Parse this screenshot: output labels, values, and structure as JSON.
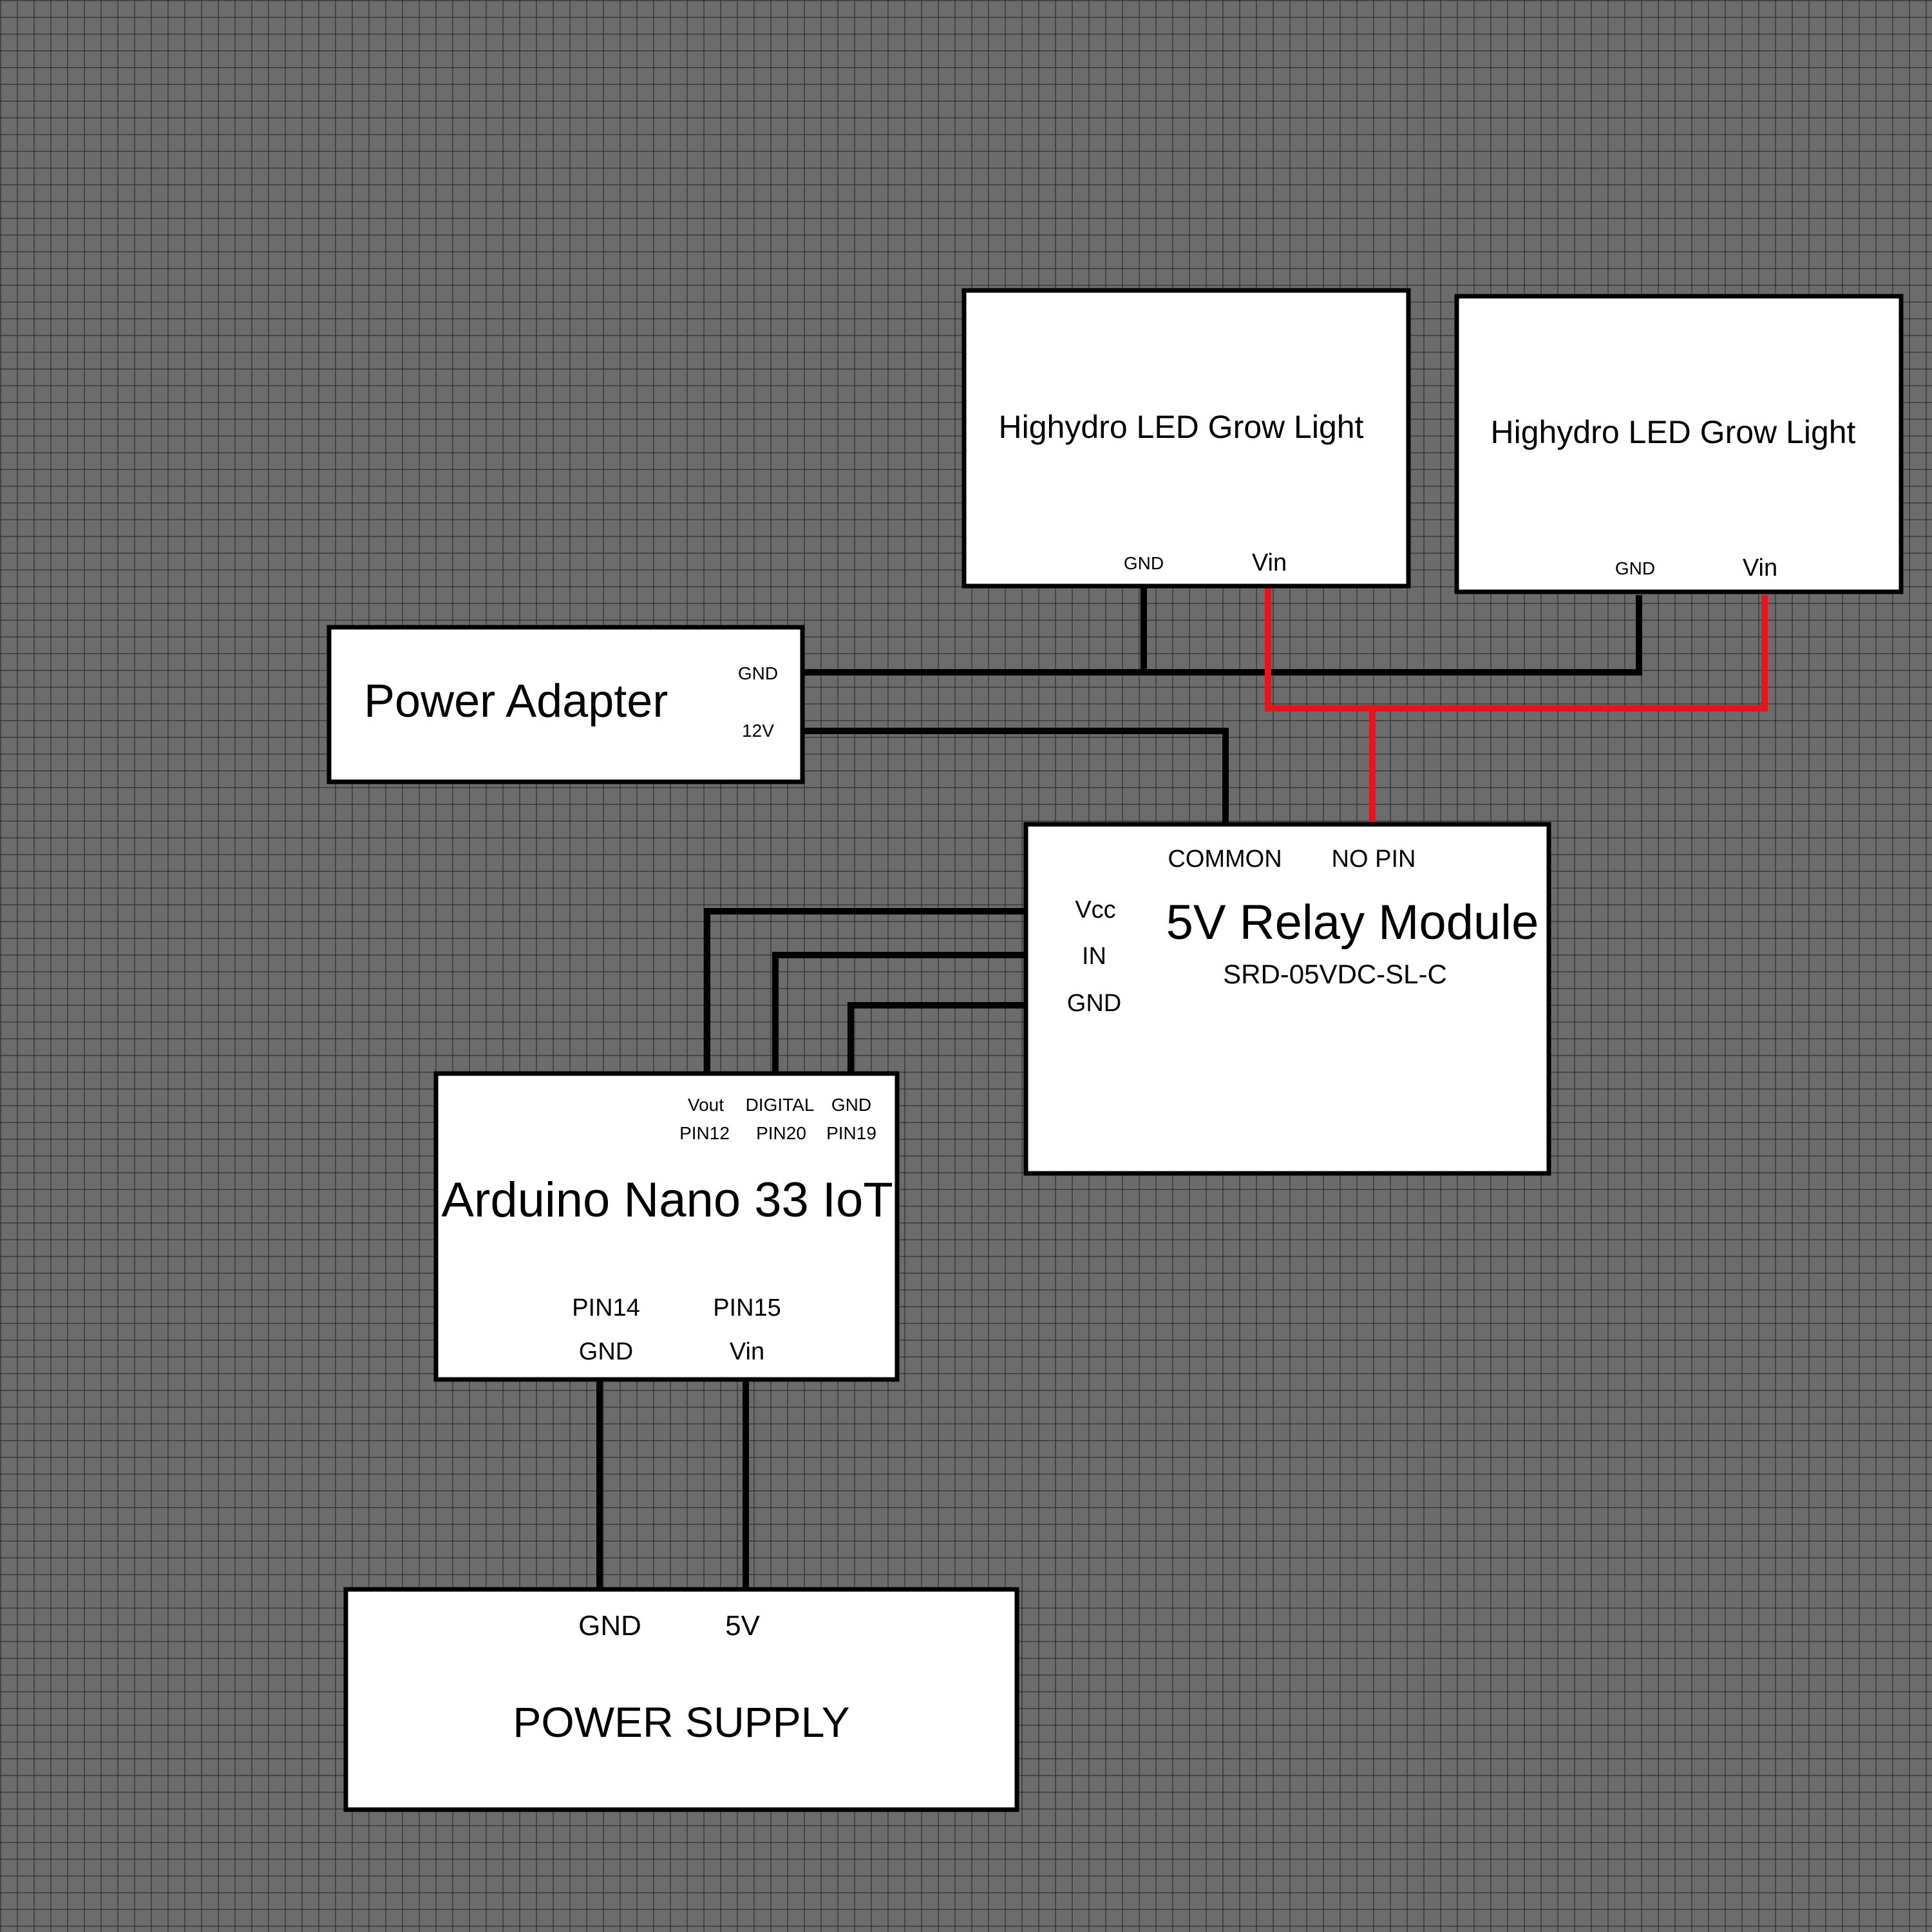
{
  "colors": {
    "background": "#6c6c6c",
    "wire": "#000000",
    "wire_vin": "#e8131b",
    "box_fill": "#ffffff"
  },
  "grow_light_1": {
    "title": "Highydro LED Grow Light",
    "gnd": "GND",
    "vin": "Vin"
  },
  "grow_light_2": {
    "title": "Highydro LED Grow Light",
    "gnd": "GND",
    "vin": "Vin"
  },
  "power_adapter": {
    "title": "Power Adapter",
    "gnd": "GND",
    "v12": "12V"
  },
  "relay": {
    "title": "5V Relay Module",
    "model": "SRD-05VDC-SL-C",
    "common": "COMMON",
    "no_pin": "NO PIN",
    "vcc": "Vcc",
    "in": "IN",
    "gnd": "GND"
  },
  "arduino": {
    "title": "Arduino Nano 33 IoT",
    "vout": "Vout",
    "pin12": "PIN12",
    "digital": "DIGITAL",
    "pin20": "PIN20",
    "gnd_top": "GND",
    "pin19": "PIN19",
    "pin14": "PIN14",
    "gnd_bottom": "GND",
    "pin15": "PIN15",
    "vin": "Vin"
  },
  "power_supply": {
    "title": "POWER SUPPLY",
    "gnd": "GND",
    "v5": "5V"
  }
}
